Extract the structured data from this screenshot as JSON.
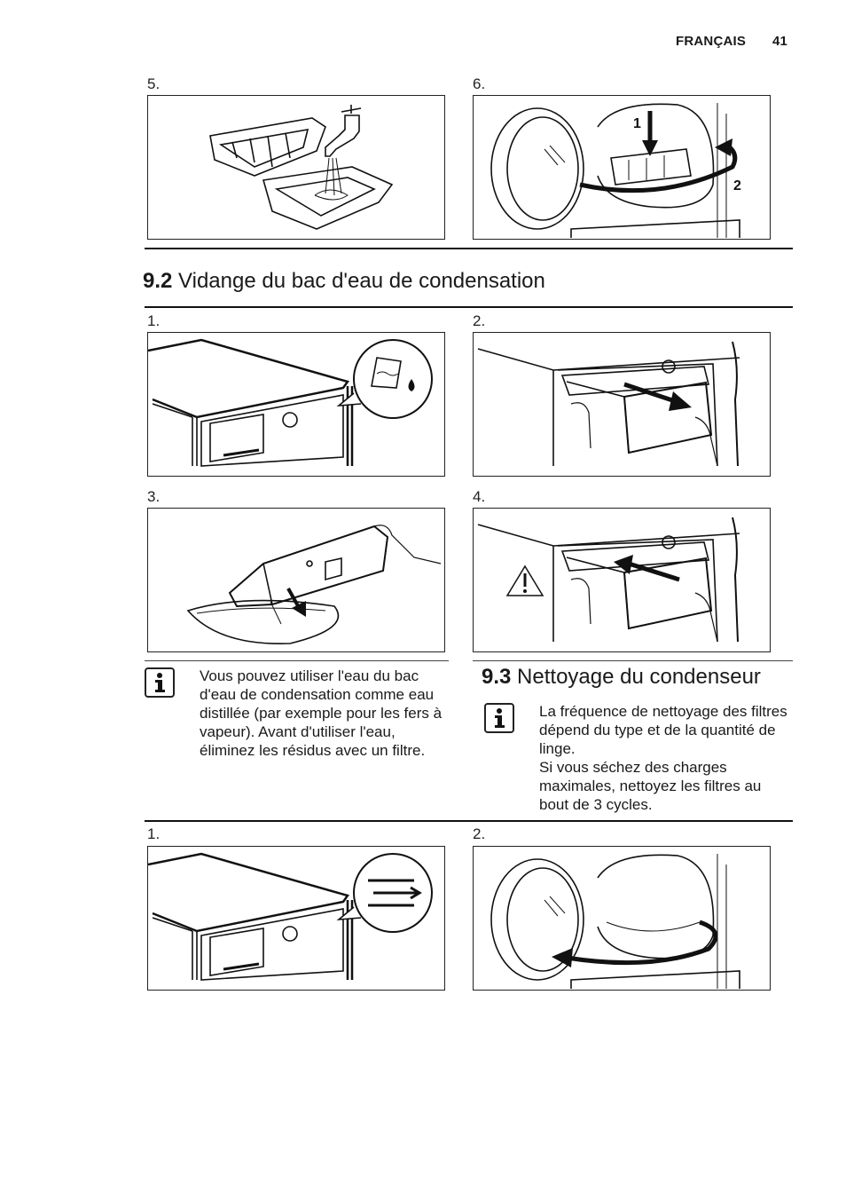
{
  "header": {
    "language": "FRANÇAIS",
    "page_number": "41"
  },
  "top_steps": [
    {
      "label": "5.",
      "icon": "filter-rinse-tap-illustration"
    },
    {
      "label": "6.",
      "icon": "door-filter-insert-illustration",
      "marker1": "1",
      "marker2": "2"
    }
  ],
  "section_92": {
    "number": "9.2",
    "title": "Vidange du bac d'eau de condensation",
    "steps": [
      {
        "label": "1.",
        "icon": "dryer-water-tank-symbol-illustration"
      },
      {
        "label": "2.",
        "icon": "pull-out-tank-illustration"
      },
      {
        "label": "3.",
        "icon": "empty-tank-into-bowl-illustration"
      },
      {
        "label": "4.",
        "icon": "push-in-tank-warning-illustration"
      }
    ],
    "info_text": "Vous pouvez utiliser l'eau du bac d'eau de condensation comme eau distillée (par exemple pour les fers à vapeur). Avant d'utiliser l'eau, éliminez les résidus avec un filtre."
  },
  "section_93": {
    "number": "9.3",
    "title": "Nettoyage du condenseur",
    "info_text_1": "La fréquence de nettoyage des filtres dépend du type et de la quantité de linge.",
    "info_text_2": "Si vous séchez des charges maximales, nettoyez les filtres au bout de 3 cycles.",
    "steps": [
      {
        "label": "1.",
        "icon": "dryer-condenser-symbol-illustration"
      },
      {
        "label": "2.",
        "icon": "open-door-illustration"
      }
    ]
  }
}
